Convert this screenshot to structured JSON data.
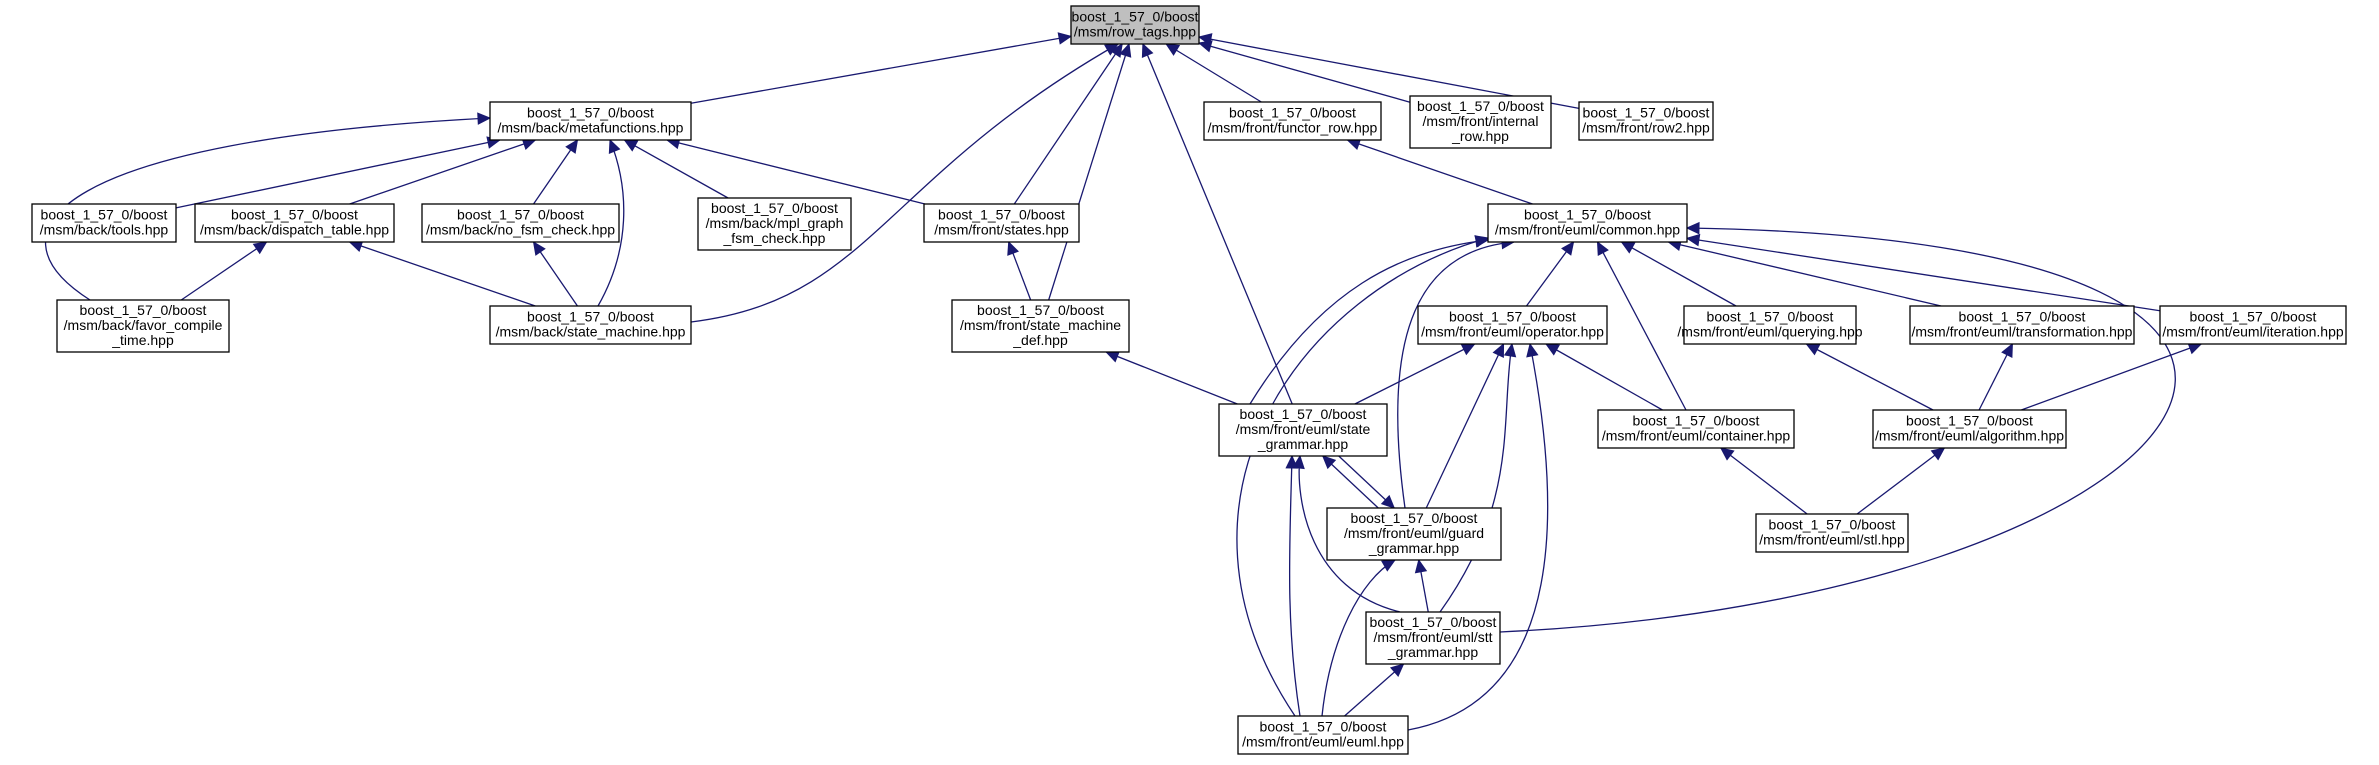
{
  "diagram": {
    "type": "include-dependency-graph",
    "colors": {
      "edge": "#191970",
      "node_border": "#000000",
      "root_fill": "#bfbfbf",
      "node_fill": "#ffffff"
    },
    "nodes": [
      {
        "id": "row_tags",
        "lines": [
          "boost_1_57_0/boost",
          "/msm/row_tags.hpp"
        ],
        "root": true
      },
      {
        "id": "metafunctions",
        "lines": [
          "boost_1_57_0/boost",
          "/msm/back/metafunctions.hpp"
        ]
      },
      {
        "id": "functor_row",
        "lines": [
          "boost_1_57_0/boost",
          "/msm/front/functor_row.hpp"
        ]
      },
      {
        "id": "internal_row",
        "lines": [
          "boost_1_57_0/boost",
          "/msm/front/internal",
          "_row.hpp"
        ]
      },
      {
        "id": "row2",
        "lines": [
          "boost_1_57_0/boost",
          "/msm/front/row2.hpp"
        ]
      },
      {
        "id": "tools",
        "lines": [
          "boost_1_57_0/boost",
          "/msm/back/tools.hpp"
        ]
      },
      {
        "id": "dispatch_table",
        "lines": [
          "boost_1_57_0/boost",
          "/msm/back/dispatch_table.hpp"
        ]
      },
      {
        "id": "no_fsm_check",
        "lines": [
          "boost_1_57_0/boost",
          "/msm/back/no_fsm_check.hpp"
        ]
      },
      {
        "id": "mpl_graph",
        "lines": [
          "boost_1_57_0/boost",
          "/msm/back/mpl_graph",
          "_fsm_check.hpp"
        ]
      },
      {
        "id": "states",
        "lines": [
          "boost_1_57_0/boost",
          "/msm/front/states.hpp"
        ]
      },
      {
        "id": "common",
        "lines": [
          "boost_1_57_0/boost",
          "/msm/front/euml/common.hpp"
        ]
      },
      {
        "id": "favor_compile",
        "lines": [
          "boost_1_57_0/boost",
          "/msm/back/favor_compile",
          "_time.hpp"
        ]
      },
      {
        "id": "state_machine",
        "lines": [
          "boost_1_57_0/boost",
          "/msm/back/state_machine.hpp"
        ]
      },
      {
        "id": "state_machine_def",
        "lines": [
          "boost_1_57_0/boost",
          "/msm/front/state_machine",
          "_def.hpp"
        ]
      },
      {
        "id": "operator",
        "lines": [
          "boost_1_57_0/boost",
          "/msm/front/euml/operator.hpp"
        ]
      },
      {
        "id": "querying",
        "lines": [
          "boost_1_57_0/boost",
          "/msm/front/euml/querying.hpp"
        ]
      },
      {
        "id": "transformation",
        "lines": [
          "boost_1_57_0/boost",
          "/msm/front/euml/transformation.hpp"
        ]
      },
      {
        "id": "iteration",
        "lines": [
          "boost_1_57_0/boost",
          "/msm/front/euml/iteration.hpp"
        ]
      },
      {
        "id": "state_grammar",
        "lines": [
          "boost_1_57_0/boost",
          "/msm/front/euml/state",
          "_grammar.hpp"
        ]
      },
      {
        "id": "container",
        "lines": [
          "boost_1_57_0/boost",
          "/msm/front/euml/container.hpp"
        ]
      },
      {
        "id": "algorithm",
        "lines": [
          "boost_1_57_0/boost",
          "/msm/front/euml/algorithm.hpp"
        ]
      },
      {
        "id": "guard_grammar",
        "lines": [
          "boost_1_57_0/boost",
          "/msm/front/euml/guard",
          "_grammar.hpp"
        ]
      },
      {
        "id": "stl",
        "lines": [
          "boost_1_57_0/boost",
          "/msm/front/euml/stl.hpp"
        ]
      },
      {
        "id": "stt_grammar",
        "lines": [
          "boost_1_57_0/boost",
          "/msm/front/euml/stt",
          "_grammar.hpp"
        ]
      },
      {
        "id": "euml",
        "lines": [
          "boost_1_57_0/boost",
          "/msm/front/euml/euml.hpp"
        ]
      }
    ],
    "edges": [
      {
        "from": "metafunctions",
        "to": "row_tags"
      },
      {
        "from": "functor_row",
        "to": "row_tags"
      },
      {
        "from": "internal_row",
        "to": "row_tags"
      },
      {
        "from": "row2",
        "to": "row_tags"
      },
      {
        "from": "states",
        "to": "row_tags"
      },
      {
        "from": "state_machine_def",
        "to": "row_tags"
      },
      {
        "from": "state_machine",
        "to": "row_tags"
      },
      {
        "from": "state_grammar",
        "to": "row_tags"
      },
      {
        "from": "tools",
        "to": "metafunctions"
      },
      {
        "from": "dispatch_table",
        "to": "metafunctions"
      },
      {
        "from": "no_fsm_check",
        "to": "metafunctions"
      },
      {
        "from": "mpl_graph",
        "to": "metafunctions"
      },
      {
        "from": "states",
        "to": "metafunctions"
      },
      {
        "from": "favor_compile",
        "to": "metafunctions"
      },
      {
        "from": "state_machine",
        "to": "metafunctions"
      },
      {
        "from": "favor_compile",
        "to": "dispatch_table"
      },
      {
        "from": "state_machine",
        "to": "dispatch_table"
      },
      {
        "from": "state_machine",
        "to": "no_fsm_check"
      },
      {
        "from": "state_machine_def",
        "to": "states"
      },
      {
        "from": "common",
        "to": "functor_row"
      },
      {
        "from": "state_grammar",
        "to": "state_machine_def"
      },
      {
        "from": "operator",
        "to": "common"
      },
      {
        "from": "querying",
        "to": "common"
      },
      {
        "from": "transformation",
        "to": "common"
      },
      {
        "from": "iteration",
        "to": "common"
      },
      {
        "from": "container",
        "to": "common"
      },
      {
        "from": "state_grammar",
        "to": "common"
      },
      {
        "from": "guard_grammar",
        "to": "common"
      },
      {
        "from": "euml",
        "to": "common"
      },
      {
        "from": "stt_grammar",
        "to": "common"
      },
      {
        "from": "state_grammar",
        "to": "operator"
      },
      {
        "from": "container",
        "to": "operator"
      },
      {
        "from": "guard_grammar",
        "to": "operator"
      },
      {
        "from": "stt_grammar",
        "to": "operator"
      },
      {
        "from": "euml",
        "to": "operator"
      },
      {
        "from": "algorithm",
        "to": "querying"
      },
      {
        "from": "algorithm",
        "to": "transformation"
      },
      {
        "from": "algorithm",
        "to": "iteration"
      },
      {
        "from": "stl",
        "to": "container"
      },
      {
        "from": "stl",
        "to": "algorithm"
      },
      {
        "from": "guard_grammar",
        "to": "state_grammar"
      },
      {
        "from": "state_grammar",
        "to": "guard_grammar"
      },
      {
        "from": "stt_grammar",
        "to": "state_grammar"
      },
      {
        "from": "euml",
        "to": "state_grammar"
      },
      {
        "from": "stt_grammar",
        "to": "guard_grammar"
      },
      {
        "from": "euml",
        "to": "guard_grammar"
      },
      {
        "from": "euml",
        "to": "stt_grammar"
      }
    ]
  }
}
